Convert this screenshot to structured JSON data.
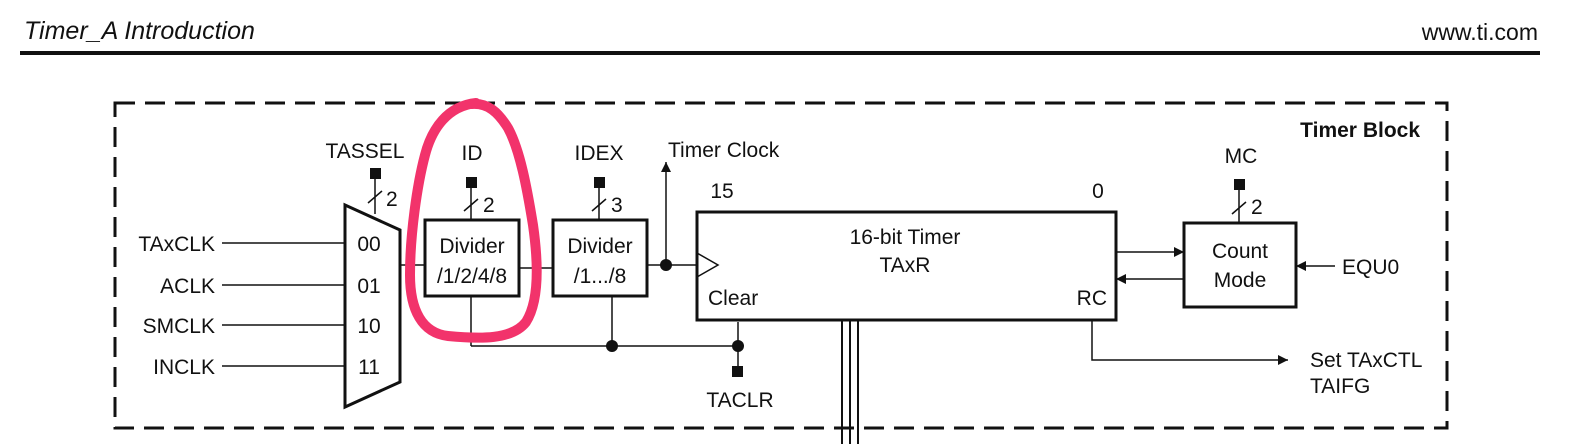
{
  "header": {
    "title": "Timer_A Introduction",
    "url": "www.ti.com"
  },
  "diagram": {
    "block_title": "Timer Block",
    "mux": {
      "control_label": "TASSEL",
      "bus_width": "2",
      "inputs": [
        {
          "label": "TAxCLK",
          "code": "00"
        },
        {
          "label": "ACLK",
          "code": "01"
        },
        {
          "label": "SMCLK",
          "code": "10"
        },
        {
          "label": "INCLK",
          "code": "11"
        }
      ]
    },
    "divider_id": {
      "control_label": "ID",
      "bus_width": "2",
      "line1": "Divider",
      "line2": "/1/2/4/8"
    },
    "divider_idex": {
      "control_label": "IDEX",
      "bus_width": "3",
      "line1": "Divider",
      "line2": "/1.../8"
    },
    "timer_clock_label": "Timer Clock",
    "timer": {
      "msb": "15",
      "lsb": "0",
      "line1": "16-bit Timer",
      "line2": "TAxR",
      "clear_label": "Clear",
      "rc_label": "RC"
    },
    "count_mode": {
      "control_label": "MC",
      "bus_width": "2",
      "line1": "Count",
      "line2": "Mode",
      "input_label": "EQU0"
    },
    "taclr_label": "TACLR",
    "output": {
      "line1": "Set TAxCTL",
      "line2": "TAIFG"
    },
    "highlight_color": "#f2336b"
  }
}
